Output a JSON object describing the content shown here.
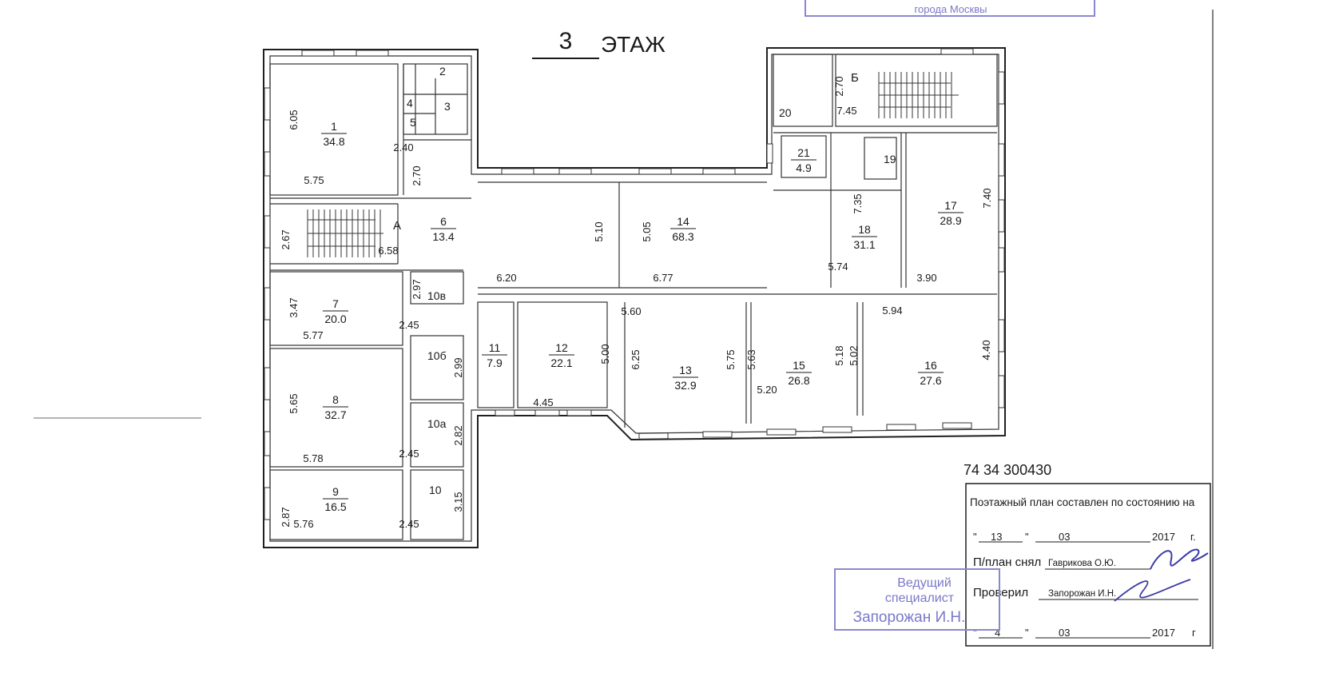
{
  "floor": {
    "number": "3",
    "label": "ЭТАЖ"
  },
  "staircases": {
    "a": "А",
    "b": "Б"
  },
  "rooms": [
    {
      "id": "1",
      "area": "34.8"
    },
    {
      "id": "6",
      "area": "13.4"
    },
    {
      "id": "7",
      "area": "20.0"
    },
    {
      "id": "8",
      "area": "32.7"
    },
    {
      "id": "9",
      "area": "16.5"
    },
    {
      "id": "11",
      "area": "7.9"
    },
    {
      "id": "12",
      "area": "22.1"
    },
    {
      "id": "13",
      "area": "32.9"
    },
    {
      "id": "14",
      "area": "68.3"
    },
    {
      "id": "15",
      "area": "26.8"
    },
    {
      "id": "16",
      "area": "27.6"
    },
    {
      "id": "17",
      "area": "28.9"
    },
    {
      "id": "18",
      "area": "31.1"
    },
    {
      "id": "21",
      "area": "4.9"
    }
  ],
  "small_rooms": [
    "2",
    "3",
    "4",
    "5",
    "10в",
    "10б",
    "10а",
    "10",
    "19",
    "20"
  ],
  "dimensions": [
    "6.05",
    "5.75",
    "2.40",
    "2.70",
    "2.67",
    "6.58",
    "3.47",
    "2.97",
    "5.77",
    "2.45",
    "2.99",
    "5.65",
    "5.78",
    "2.82",
    "2.45",
    "2.87",
    "5.76",
    "3.15",
    "2.45",
    "5.10",
    "5.05",
    "6.20",
    "6.77",
    "5.60",
    "5.00",
    "4.45",
    "6.25",
    "5.75",
    "5.63",
    "5.18",
    "5.20",
    "5.02",
    "5.94",
    "4.40",
    "2.70",
    "7.45",
    "7.35",
    "7.40",
    "5.74",
    "3.90"
  ],
  "inventory_number": "74 34 300430",
  "certificate": {
    "title": "Поэтажный план составлен по состоянию на",
    "date1": {
      "day": "13",
      "month": "03",
      "year": "2017",
      "suffix": "г."
    },
    "drawn_label": "П/план снял",
    "drawn_name": "Гаврикова О.Ю.",
    "checked_label": "Проверил",
    "checked_name": "Запорожан И.Н.",
    "date2": {
      "day": "4",
      "month": "03",
      "year": "2017",
      "suffix": "г"
    }
  },
  "stamp": {
    "line1": "Ведущий",
    "line2": "специалист",
    "line3": "Запорожан И.Н."
  },
  "top_stamp": "города Москвы",
  "colors": {
    "ink": "#1a1a1a",
    "stamp": "#7a78c8"
  }
}
